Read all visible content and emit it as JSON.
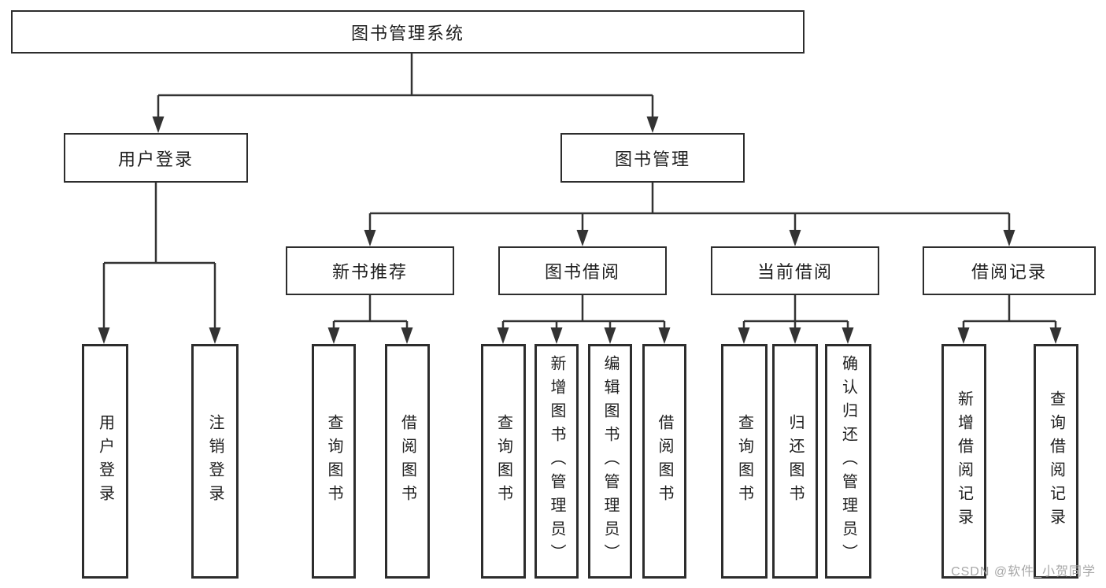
{
  "colors": {
    "connector": "#333333",
    "node_border": "#2d2d2d",
    "node_fill": "#ffffff",
    "text": "#1f1f1f",
    "watermark": "#a8a8a8",
    "background": "#ffffff"
  },
  "watermark": {
    "text": "CSDN @软件_小贺同学"
  },
  "tree": {
    "root": {
      "label": "图书管理系统",
      "children": [
        {
          "label": "用户登录",
          "children": [
            {
              "label": "用户登录"
            },
            {
              "label": "注销登录"
            }
          ]
        },
        {
          "label": "图书管理",
          "children": [
            {
              "label": "新书推荐",
              "children": [
                {
                  "label": "查询图书"
                },
                {
                  "label": "借阅图书"
                }
              ]
            },
            {
              "label": "图书借阅",
              "children": [
                {
                  "label": "查询图书"
                },
                {
                  "label": "新增图书（管理员）"
                },
                {
                  "label": "编辑图书（管理员）"
                },
                {
                  "label": "借阅图书"
                }
              ]
            },
            {
              "label": "当前借阅",
              "children": [
                {
                  "label": "查询图书"
                },
                {
                  "label": "归还图书"
                },
                {
                  "label": "确认归还（管理员）"
                }
              ]
            },
            {
              "label": "借阅记录",
              "children": [
                {
                  "label": "新增借阅记录"
                },
                {
                  "label": "查询借阅记录"
                }
              ]
            }
          ]
        }
      ]
    }
  }
}
